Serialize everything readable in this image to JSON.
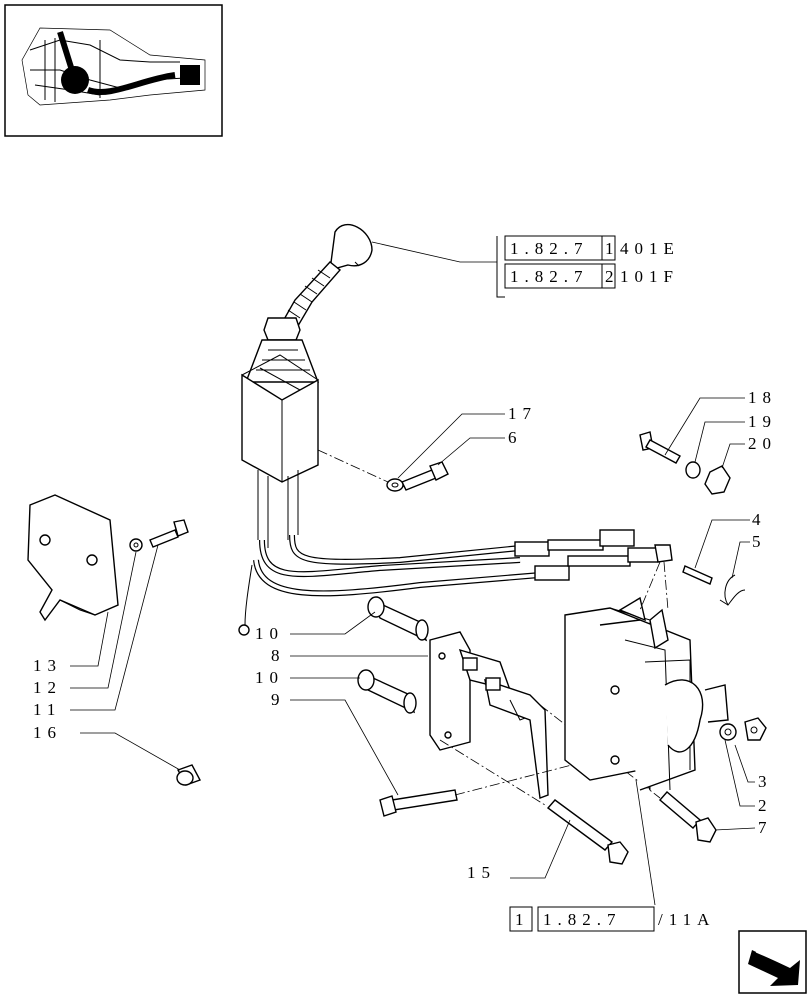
{
  "thumbnail": {
    "icon": "tractor-location-icon"
  },
  "references": [
    {
      "box": "1.82.7",
      "box_suffix": "1",
      "tail": "401E"
    },
    {
      "box": "1.82.7",
      "box_suffix": "2",
      "tail": "101F"
    },
    {
      "prefix": "1",
      "box": "1.82.7",
      "tail": "/11A"
    }
  ],
  "callouts": [
    {
      "id": "c18",
      "text": "18"
    },
    {
      "id": "c19",
      "text": "19"
    },
    {
      "id": "c20",
      "text": "20"
    },
    {
      "id": "c17",
      "text": "17"
    },
    {
      "id": "c6",
      "text": "6"
    },
    {
      "id": "c4",
      "text": "4"
    },
    {
      "id": "c5",
      "text": "5"
    },
    {
      "id": "c10a",
      "text": "10"
    },
    {
      "id": "c8",
      "text": "8"
    },
    {
      "id": "c10b",
      "text": "10"
    },
    {
      "id": "c9",
      "text": "9"
    },
    {
      "id": "c13",
      "text": "13"
    },
    {
      "id": "c12",
      "text": "12"
    },
    {
      "id": "c11",
      "text": "11"
    },
    {
      "id": "c16",
      "text": "16"
    },
    {
      "id": "c3",
      "text": "3"
    },
    {
      "id": "c2",
      "text": "2"
    },
    {
      "id": "c7",
      "text": "7"
    },
    {
      "id": "c15",
      "text": "15"
    }
  ],
  "nav": {
    "icon": "next-page-arrow-icon"
  }
}
